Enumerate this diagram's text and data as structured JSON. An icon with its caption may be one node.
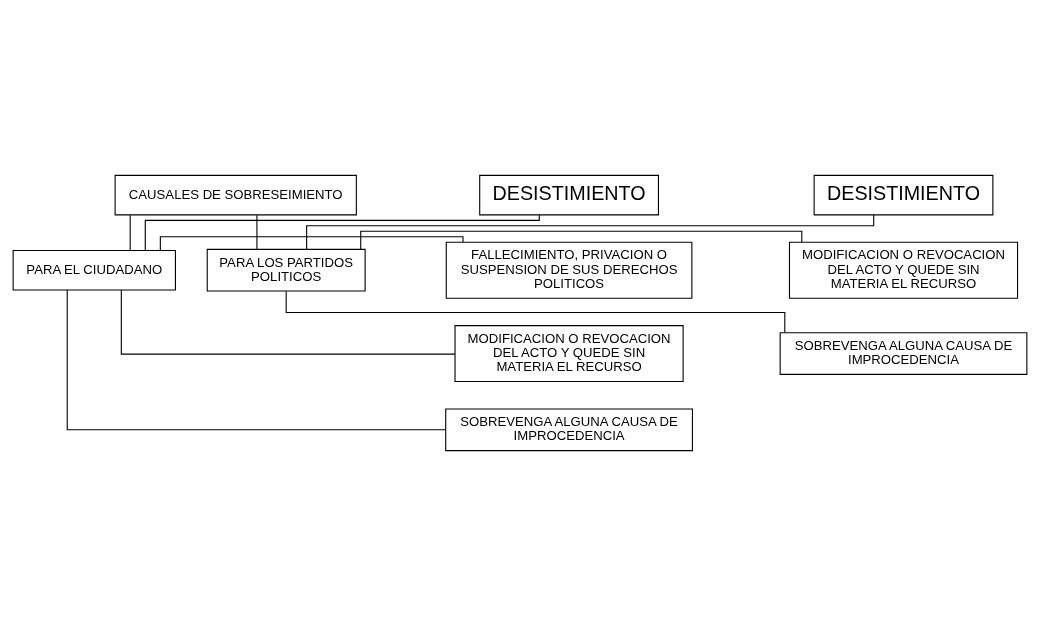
{
  "diagram": {
    "nodes": [
      {
        "text": [
          "CAUSALES DE SOBRESEIMIENTO"
        ]
      },
      {
        "text": [
          "PARA EL CIUDADANO"
        ]
      },
      {
        "text": [
          "PARA LOS PARTIDOS POLITICOS"
        ]
      },
      {
        "text": [
          "DESISTIMIENTO"
        ]
      },
      {
        "text": [
          "FALLECIMIENTO, PRIVACION O SUSPENSION DE SUS DERECHOS POLITICOS"
        ]
      },
      {
        "text": [
          "MODIFICACION O REVOCACION DEL ACTO Y QUEDE SIN MATERIA EL RECURSO"
        ]
      },
      {
        "text": [
          "SOBREVENGA ALGUNA CAUSA DE IMPROCEDENCIA"
        ]
      },
      {
        "text": [
          "DESISTIMIENTO"
        ]
      },
      {
        "text": [
          "MODIFICACION O REVOCACION DEL ACTO Y QUEDE SIN MATERIA EL RECURSO"
        ]
      },
      {
        "text": [
          "SOBREVENGA ALGUNA CAUSA DE IMPROCEDENCIA"
        ]
      }
    ],
    "edges": [
      {
        "from": 0,
        "to": 1,
        "arrow": "none"
      },
      {
        "from": 0,
        "to": 2,
        "arrow": "none"
      },
      {
        "from": 1,
        "to": 3,
        "arrow": "none"
      },
      {
        "from": 1,
        "to": 4,
        "arrow": "none"
      },
      {
        "from": 1,
        "to": 5,
        "arrow": "none"
      },
      {
        "from": 1,
        "to": 6,
        "arrow": "none"
      },
      {
        "from": 2,
        "to": 7,
        "arrow": "none"
      },
      {
        "from": 2,
        "to": 8,
        "arrow": "none"
      },
      {
        "from": 2,
        "to": 9,
        "arrow": "none"
      }
    ]
  }
}
